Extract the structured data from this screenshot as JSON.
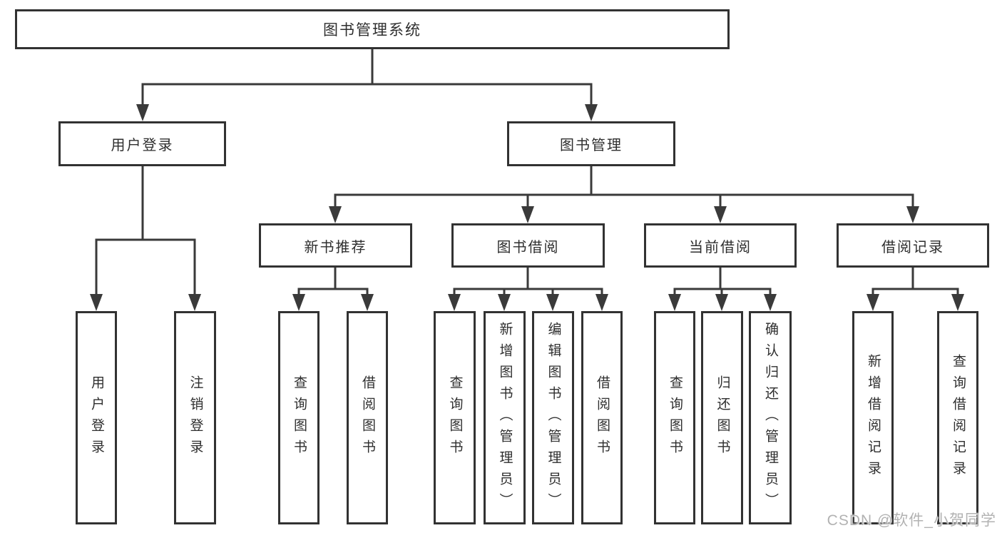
{
  "tree": {
    "root": {
      "label": "图书管理系统"
    },
    "user_login": {
      "label": "用户登录",
      "children": [
        {
          "label": "用户登录"
        },
        {
          "label": "注销登录"
        }
      ]
    },
    "book_management": {
      "label": "图书管理",
      "modules": [
        {
          "label": "新书推荐",
          "children": [
            {
              "label": "查询图书"
            },
            {
              "label": "借阅图书"
            }
          ]
        },
        {
          "label": "图书借阅",
          "children": [
            {
              "label": "查询图书"
            },
            {
              "label": "新增图书（管理员）"
            },
            {
              "label": "编辑图书（管理员）"
            },
            {
              "label": "借阅图书"
            }
          ]
        },
        {
          "label": "当前借阅",
          "children": [
            {
              "label": "查询图书"
            },
            {
              "label": "归还图书"
            },
            {
              "label": "确认归还（管理员）"
            }
          ]
        },
        {
          "label": "借阅记录",
          "children": [
            {
              "label": "新增借阅记录"
            },
            {
              "label": "查询借阅记录"
            }
          ]
        }
      ]
    }
  },
  "watermark": "CSDN @软件_小贺同学",
  "colors": {
    "background": "#ffffff",
    "box_fill": "#ffffff",
    "box_border": "#323232",
    "line": "#3a3a3a",
    "text": "#2e2e2e",
    "watermark": "#b2b2b2"
  }
}
